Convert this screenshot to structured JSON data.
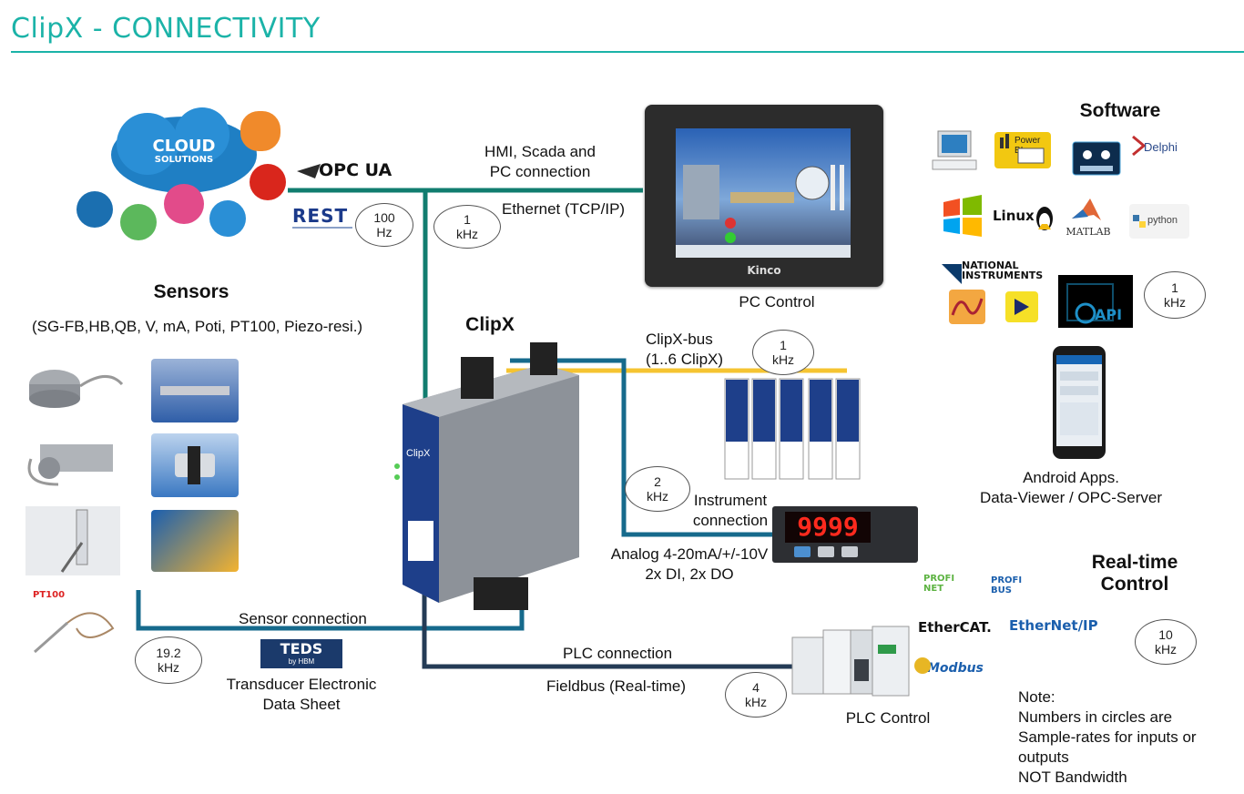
{
  "title": "ClipX - CONNECTIVITY",
  "colors": {
    "accent": "#1bb3a8",
    "hmi_line": "#117d6f",
    "bus_line": "#f5c431",
    "instrument_line": "#166a8c",
    "plc_line": "#243b56"
  },
  "logos": {
    "cloud_line1": "CLOUD",
    "cloud_line2": "SOLUTIONS",
    "opc_ua": "OPC UA",
    "rest": "REST",
    "teds": "TEDS",
    "teds_by": "by HBM",
    "kinco": "Kinco",
    "power_bi": "Power BI",
    "delphi": "Delphi",
    "linux": "Linux",
    "matlab": "MATLAB",
    "python": "python",
    "national_instruments": "NATIONAL INSTRUMENTS",
    "api": "API",
    "ethercat": "EtherCAT.",
    "ethernet_ip": "EtherNet/IP",
    "modbus": "Modbus",
    "profinet": "PROFI NET",
    "profibus": "PROFI BUS",
    "pt100": "PT100",
    "clipx_device": "ClipX",
    "display_value": "9999"
  },
  "labels": {
    "hmi": [
      "HMI, Scada and",
      "PC connection"
    ],
    "ethernet": "Ethernet (TCP/IP)",
    "pc_control": "PC Control",
    "software": "Software",
    "sensors": "Sensors",
    "sensors_types": "(SG-FB,HB,QB, V, mA, Poti, PT100, Piezo-resi.)",
    "clipx": "ClipX",
    "clipx_bus": [
      "ClipX-bus",
      "(1..6 ClipX)"
    ],
    "android": [
      "Android Apps.",
      "Data-Viewer / OPC-Server"
    ],
    "instrument": [
      "Instrument",
      "connection"
    ],
    "analog": [
      "Analog 4-20mA/+/-10V",
      "2x DI, 2x DO"
    ],
    "realtime": [
      "Real-time",
      "Control"
    ],
    "sensor_connection": "Sensor connection",
    "teds_full": [
      "Transducer Electronic",
      "Data Sheet"
    ],
    "plc_connection": "PLC connection",
    "fieldbus": "Fieldbus (Real-time)",
    "plc_control": "PLC Control",
    "note": [
      "Note:",
      "Numbers in circles are",
      "Sample-rates for inputs or",
      "outputs",
      "NOT Bandwidth"
    ]
  },
  "rates": {
    "rest": [
      "100",
      "Hz"
    ],
    "ethernet": [
      "1",
      "kHz"
    ],
    "software": [
      "1",
      "kHz"
    ],
    "bus": [
      "1",
      "kHz"
    ],
    "instrument": [
      "2",
      "kHz"
    ],
    "realtime": [
      "10",
      "kHz"
    ],
    "sensor": [
      "19.2",
      "kHz"
    ],
    "fieldbus": [
      "4",
      "kHz"
    ]
  }
}
